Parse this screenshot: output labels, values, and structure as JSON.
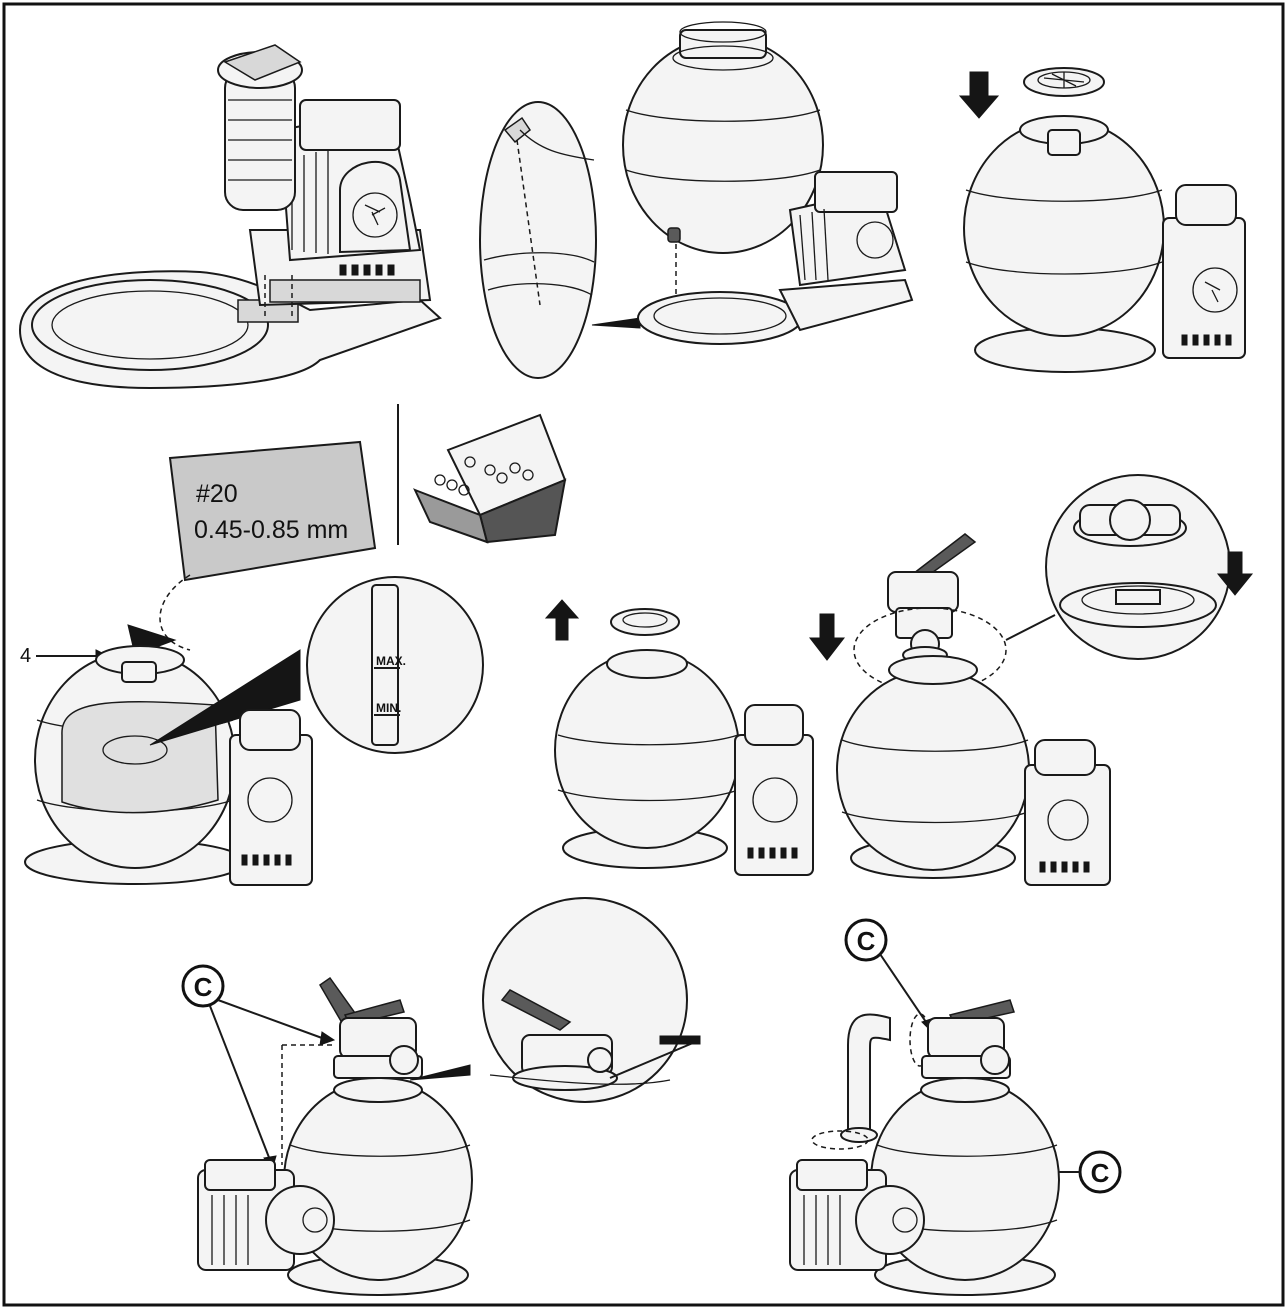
{
  "media_label": {
    "grade": "#20",
    "size_range": "0.45-0.85 mm"
  },
  "callouts": {
    "part_number": "4",
    "level_max": "MAX.",
    "level_min": "MIN.",
    "clamp_marker": "C"
  },
  "colors": {
    "line": "#1a1a1a",
    "fill_light": "#f4f4f4",
    "fill_mid": "#d8d8d8",
    "bag": "#c9c9c9",
    "box_dark": "#555555"
  }
}
